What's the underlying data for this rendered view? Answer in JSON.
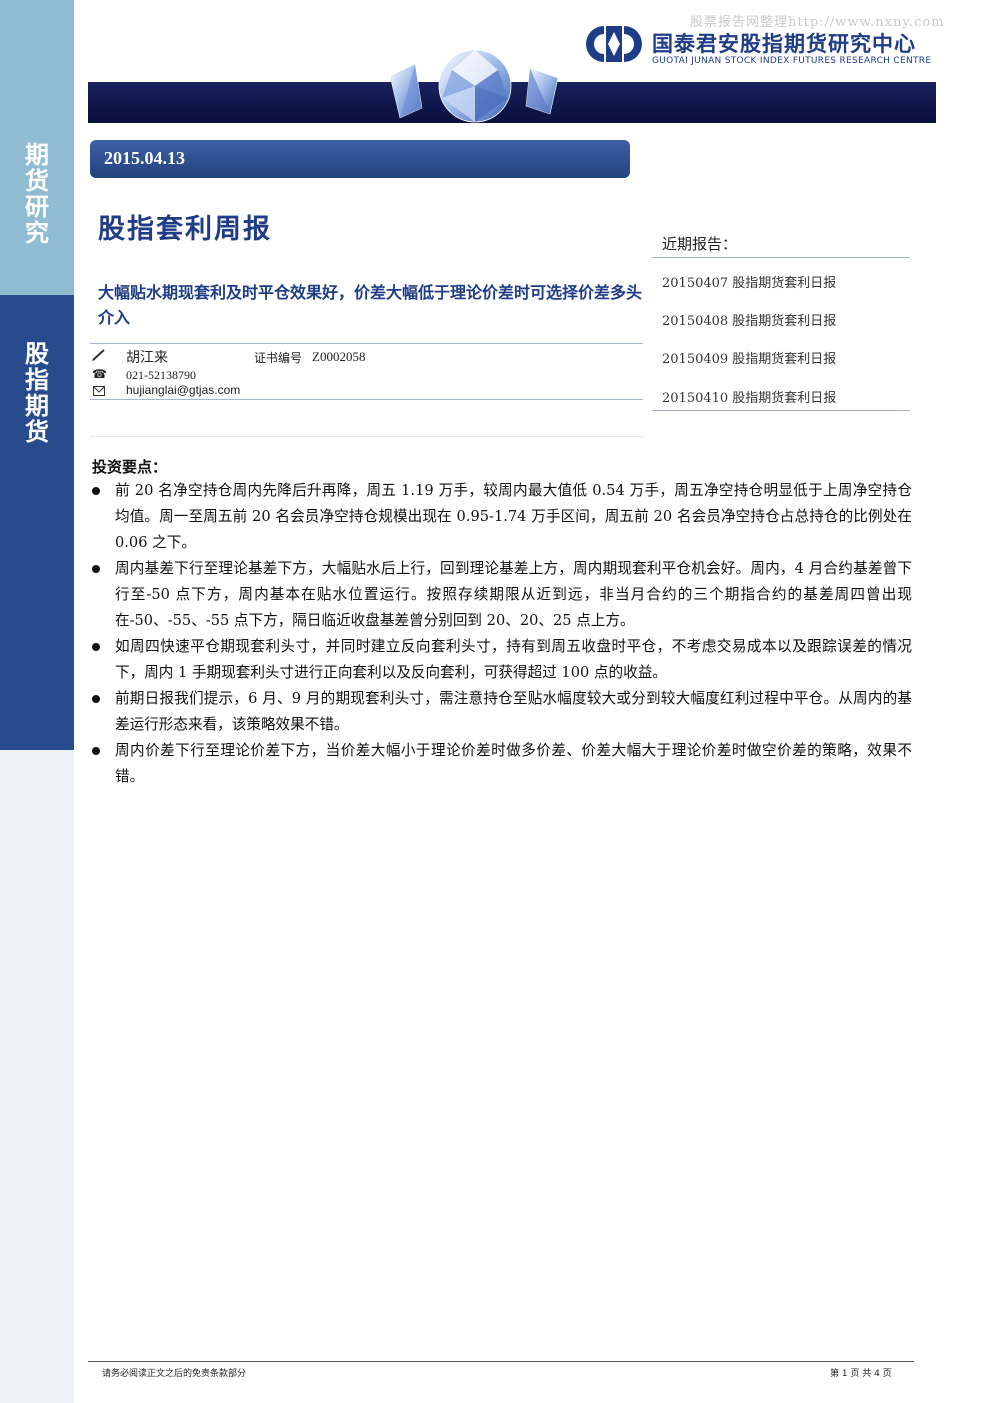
{
  "watermark": "股票报告网整理http://www.nxny.com",
  "sidebar": {
    "top_label": [
      "期",
      "货",
      "研",
      "究"
    ],
    "mid_label": [
      "股",
      "指",
      "期",
      "货"
    ]
  },
  "header": {
    "org_name_cn": "国泰君安股指期货研究中心",
    "org_name_en": "GUOTAI JUNAN STOCK INDEX FUTURES RESEARCH CENTRE"
  },
  "date": "2015.04.13",
  "title": "股指套利周报",
  "subtitle": "大幅贴水期现套利及时平仓效果好，价差大幅低于理论价差时可选择价差多头介入",
  "author": {
    "name": "胡江来",
    "cert_label": "证书编号",
    "cert_no": "Z0002058",
    "phone": "021-52138790",
    "email": "hujianglai@gtjas.com"
  },
  "recent_reports": {
    "heading": "近期报告：",
    "items": [
      "20150407 股指期货套利日报",
      "20150408 股指期货套利日报",
      "20150409 股指期货套利日报",
      "20150410 股指期货套利日报"
    ]
  },
  "key_points": {
    "heading": "投资要点：",
    "items": [
      "前 20 名净空持仓周内先降后升再降，周五 1.19 万手，较周内最大值低 0.54 万手，周五净空持仓明显低于上周净空持仓均值。周一至周五前 20 名会员净空持仓规模出现在 0.95-1.74 万手区间，周五前 20 名会员净空持仓占总持仓的比例处在 0.06 之下。",
      "周内基差下行至理论基差下方，大幅贴水后上行，回到理论基差上方，周内期现套利平仓机会好。周内，4 月合约基差曾下行至-50 点下方，周内基本在贴水位置运行。按照存续期限从近到远，非当月合约的三个期指合约的基差周四曾出现在-50、-55、-55 点下方，隔日临近收盘基差曾分别回到 20、20、25 点上方。",
      "如周四快速平仓期现套利头寸，并同时建立反向套利头寸，持有到周五收盘时平仓，不考虑交易成本以及跟踪误差的情况下，周内 1 手期现套利头寸进行正向套利以及反向套利，可获得超过 100 点的收益。",
      "前期日报我们提示，6 月、9 月的期现套利头寸，需注意持仓至贴水幅度较大或分到较大幅度红利过程中平仓。从周内的基差运行形态来看，该策略效果不错。",
      "周内价差下行至理论价差下方，当价差大幅小于理论价差时做多价差、价差大幅大于理论价差时做空价差的策略，效果不错。"
    ]
  },
  "footer": {
    "disclaimer": "请务必阅读正文之后的免责条款部分",
    "page": "第 1 页 共 4 页"
  },
  "colors": {
    "sidebar_top": "#8fbcd3",
    "sidebar_mid": "#274b8c",
    "brand_blue": "#1f3d86",
    "banner": "#0e1548"
  }
}
